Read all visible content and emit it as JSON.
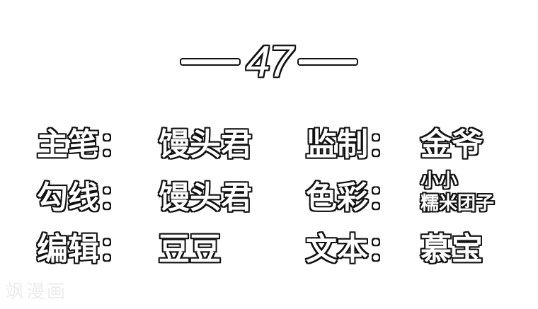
{
  "chapter": {
    "number": "47"
  },
  "credits": [
    {
      "label": "主笔：",
      "value": "馒头君"
    },
    {
      "label": "勾线：",
      "value": "馒头君"
    },
    {
      "label": "编辑：",
      "value": "豆豆"
    },
    {
      "label": "监制：",
      "value": "金爷"
    },
    {
      "label": "色彩：",
      "value_lines": [
        "小小",
        "糯米团子"
      ]
    },
    {
      "label": "文本：",
      "value": "慕宝"
    }
  ],
  "watermark": "飒漫画"
}
